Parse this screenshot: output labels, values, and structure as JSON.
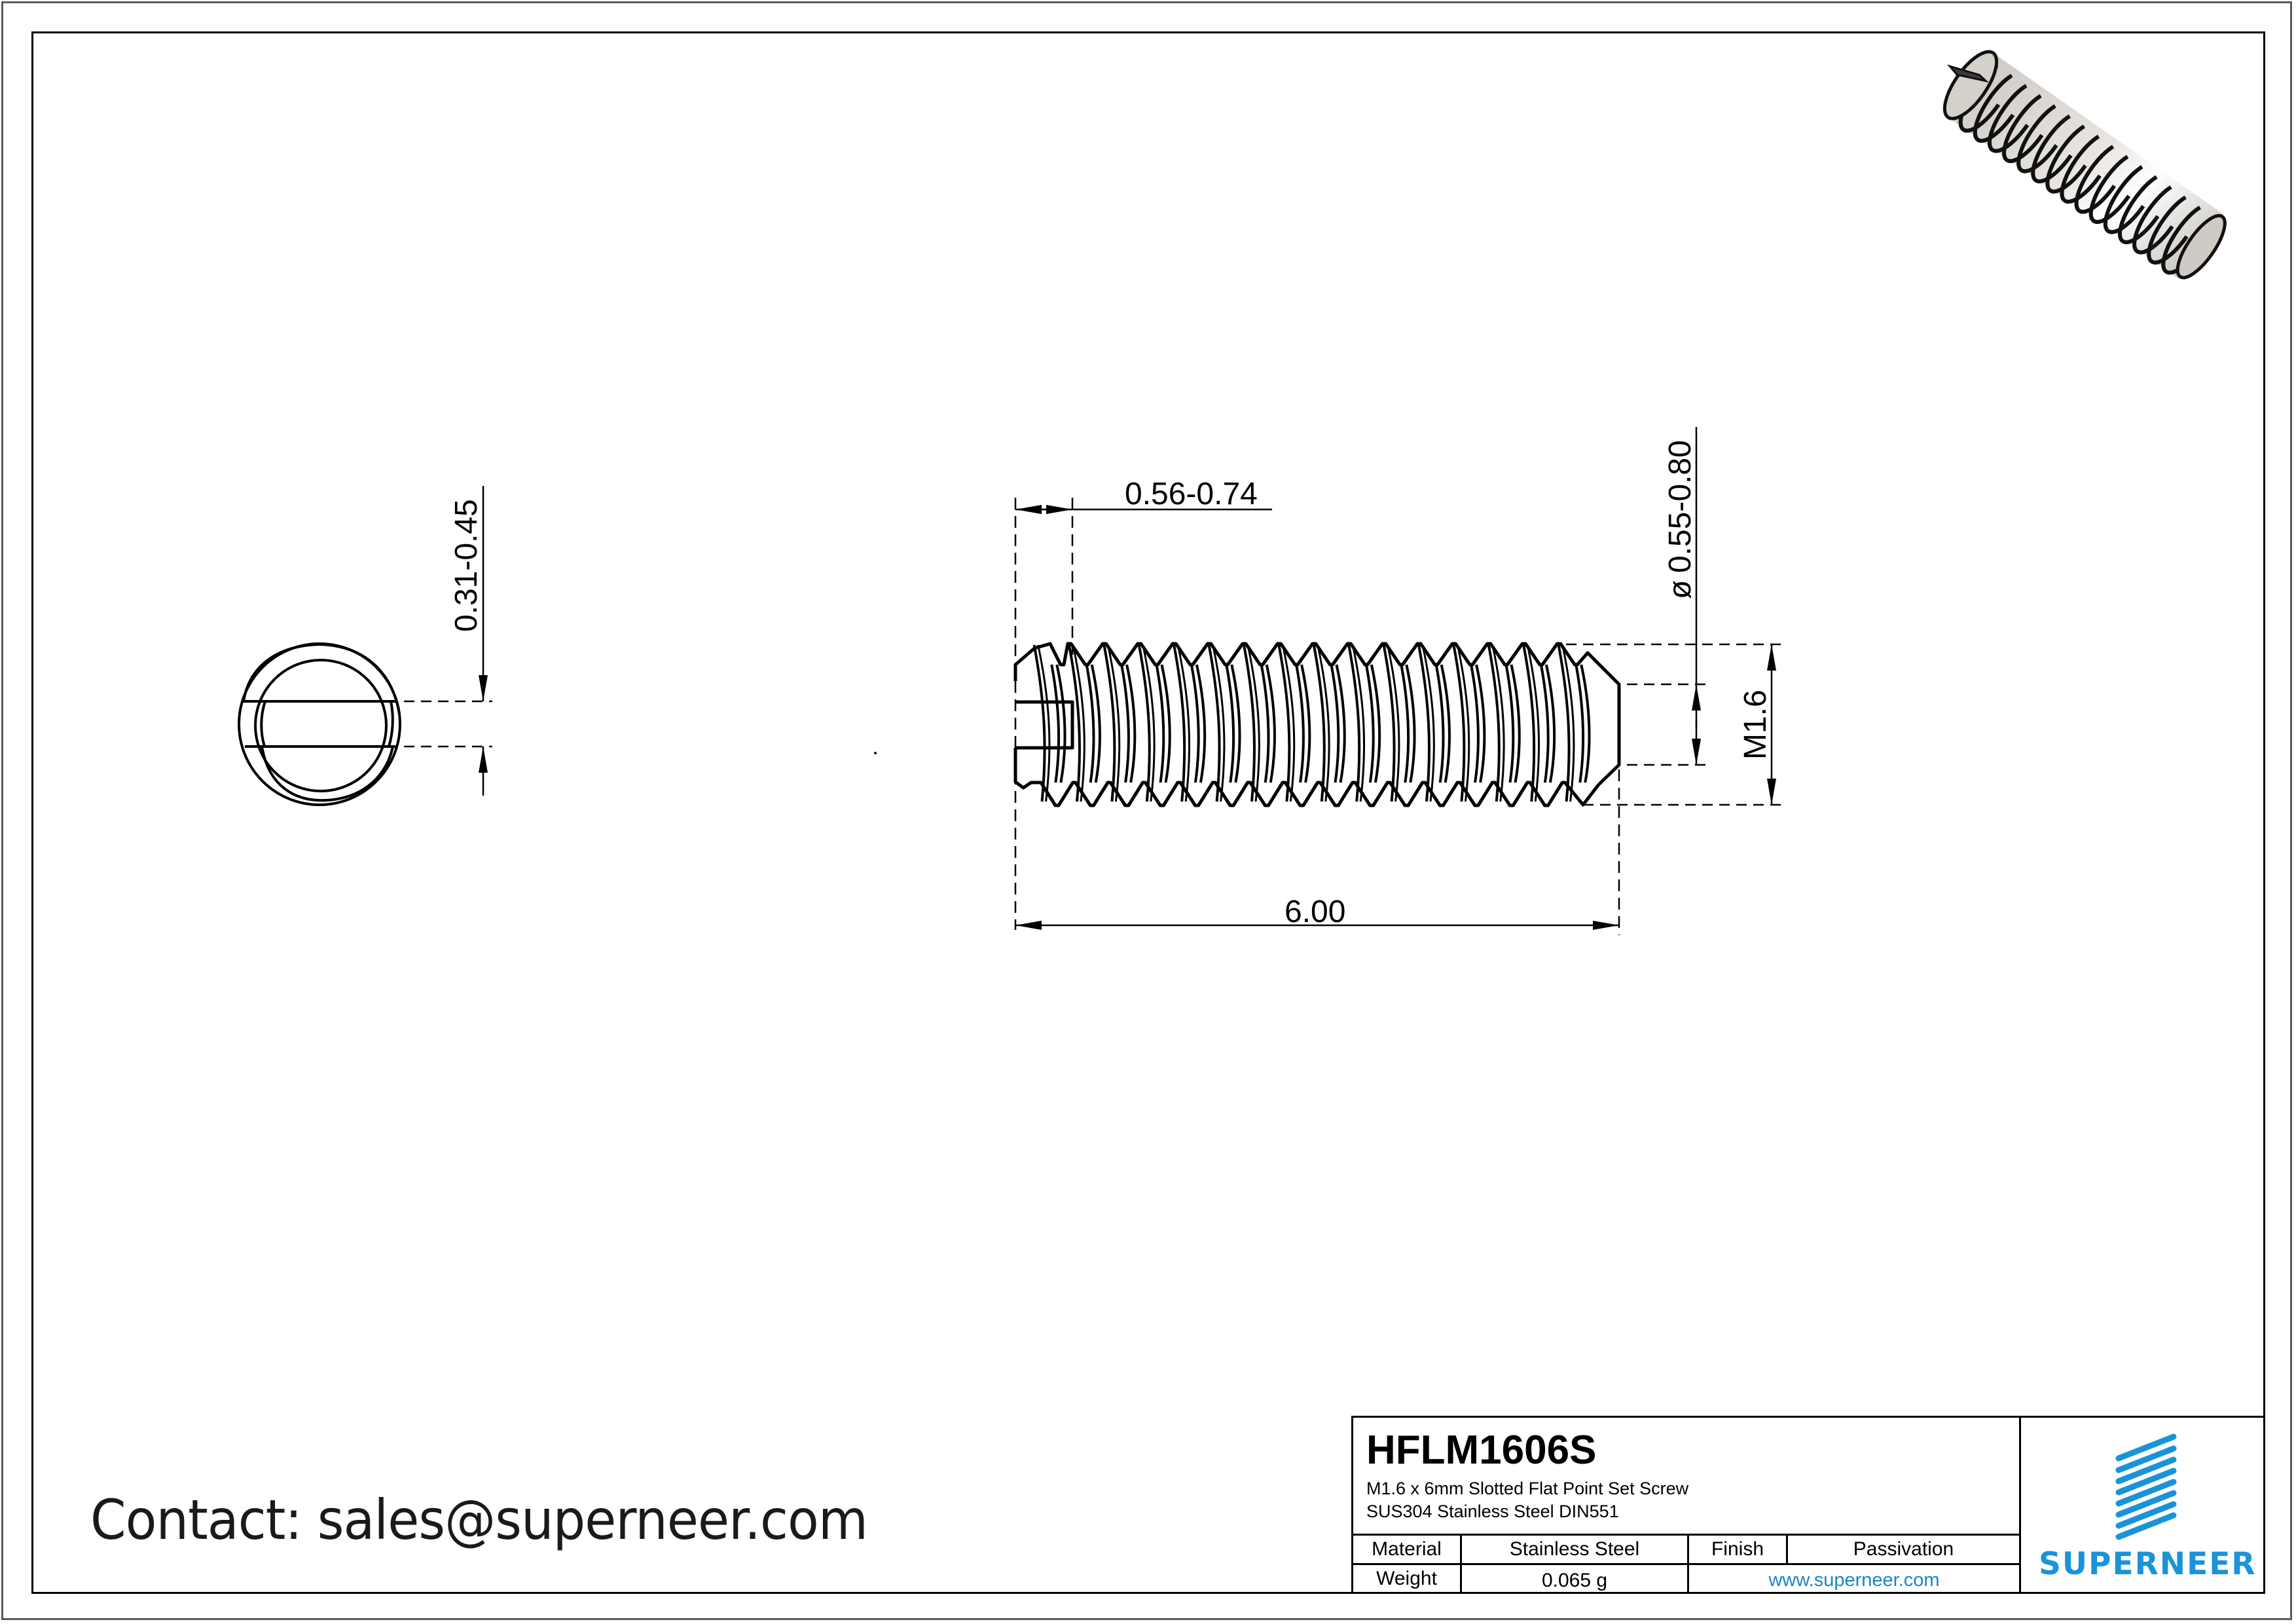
{
  "drawing": {
    "end_view": {
      "slot_width_dim": "0.31-0.45"
    },
    "side_view": {
      "slot_depth_dim": "0.56-0.74",
      "point_diameter_dim": "0.55-0.80",
      "point_diameter_symbol": "ø",
      "thread_size_dim": "M1.6",
      "length_dim": "6.00"
    },
    "iso_view": {
      "label": "isometric-3d-render"
    }
  },
  "contact": {
    "text": "Contact: sales@superneer.com"
  },
  "title_block": {
    "part_number": "HFLM1606S",
    "description_line1": "M1.6 x 6mm Slotted Flat Point Set Screw",
    "description_line2": "SUS304 Stainless Steel DIN551",
    "material_label": "Material",
    "material_value": "Stainless Steel",
    "finish_label": "Finish",
    "finish_value": "Passivation",
    "weight_label": "Weight",
    "weight_value": "0.065 g",
    "website": "www.superneer.com",
    "brand_name": "SUPERNEER",
    "brand_color": "#1a94d8"
  }
}
